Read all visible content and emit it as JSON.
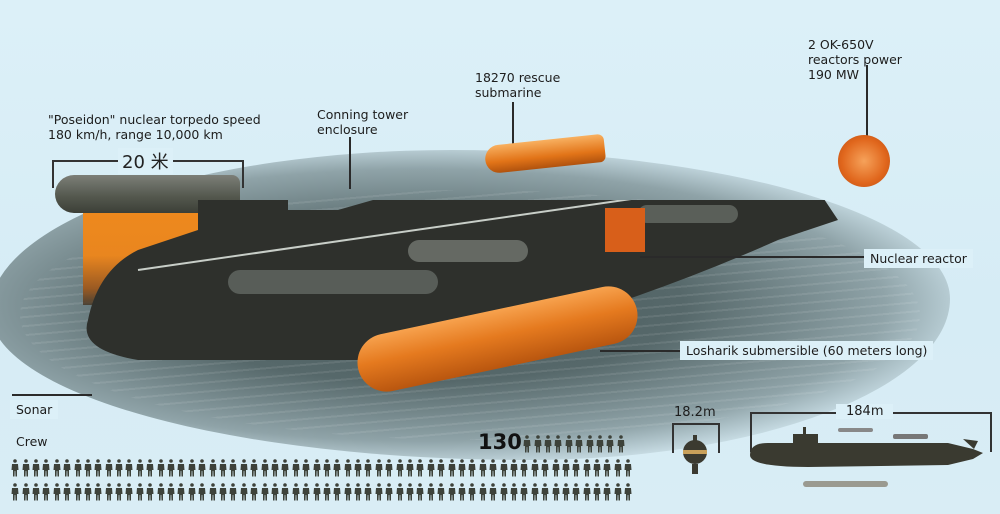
{
  "infographic": {
    "background_color": "#dcf0f8",
    "accent_orange": "#e5781c",
    "hull_color": "#2e302c"
  },
  "labels": {
    "poseidon": {
      "line1": "\"Poseidon\" nuclear torpedo speed",
      "line2": "180 km/h, range 10,000 km"
    },
    "poseidon_length": "20 米",
    "conning_tower": {
      "line1": "Conning tower",
      "line2": "enclosure"
    },
    "rescue_sub": {
      "line1": "18270 rescue",
      "line2": "submarine"
    },
    "reactors_power": {
      "line1": "2 OK-650V",
      "line2": "reactors power",
      "line3": "190 MW"
    },
    "nuclear_reactor": "Nuclear reactor",
    "losharik": "Losharik submersible (60 meters long)",
    "sonar": "Sonar",
    "crew": "Crew"
  },
  "crew": {
    "count": "130",
    "top_row_figures": 10,
    "full_row_figures": 60,
    "full_rows": 2
  },
  "dimensions": {
    "beam": "18.2m",
    "length": "184m"
  }
}
